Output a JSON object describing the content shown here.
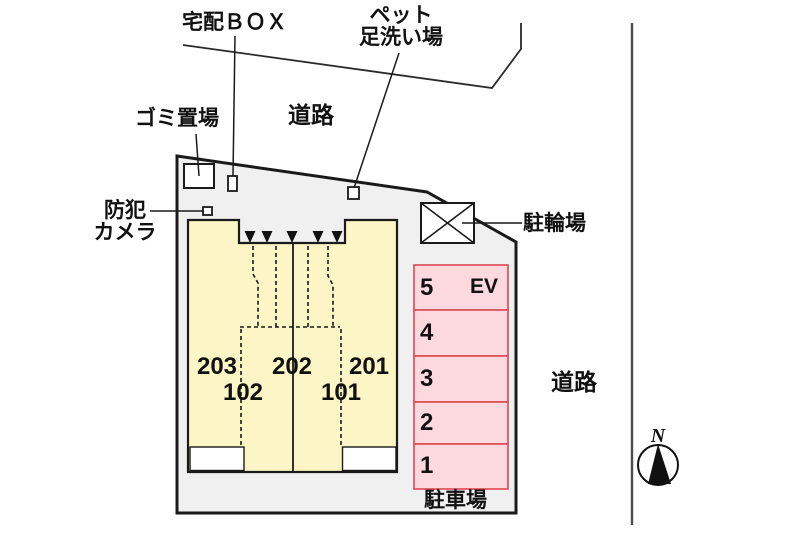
{
  "labels": {
    "delivery_box": "宅配ＢＯＸ",
    "pet_wash_line1": "ペット",
    "pet_wash_line2": "足洗い場",
    "garbage": "ゴミ置場",
    "road_top": "道路",
    "security_line1": "防犯",
    "security_line2": "カメラ",
    "bicycle": "駐輪場",
    "road_right": "道路",
    "parking_lot": "駐車場",
    "north": "N"
  },
  "rooms": [
    {
      "label": "203"
    },
    {
      "label": "202"
    },
    {
      "label": "201"
    },
    {
      "label": "102"
    },
    {
      "label": "101"
    }
  ],
  "parking_spaces": [
    {
      "label": "5",
      "ev": "EV"
    },
    {
      "label": "4"
    },
    {
      "label": "3"
    },
    {
      "label": "2"
    },
    {
      "label": "1"
    }
  ],
  "colors": {
    "site_fill": "#F0F0F0",
    "building_fill": "#FCF5C6",
    "parking_fill": "#FCD9DE",
    "parking_border": "#DD4751",
    "line": "#1A1A1A"
  }
}
